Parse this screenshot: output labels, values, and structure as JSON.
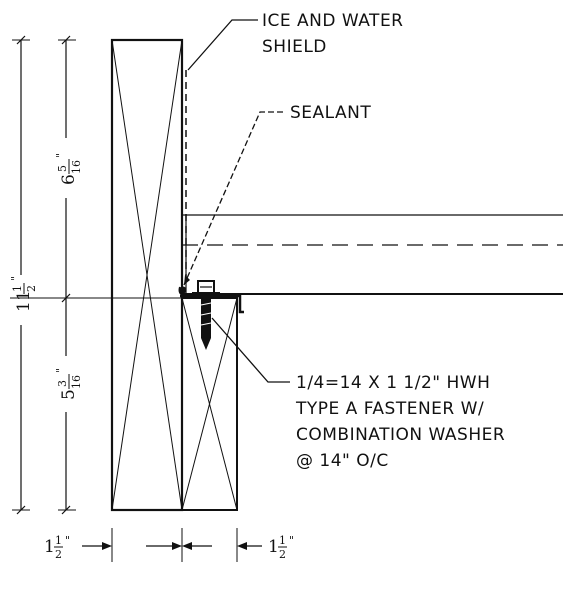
{
  "notes": {
    "ice_water_line1": "ICE AND WATER",
    "ice_water_line2": "SHIELD",
    "sealant": "SEALANT",
    "fastener_line1": "1/4=14 X 1 1/2\" HWH",
    "fastener_line2": "TYPE A FASTENER W/",
    "fastener_line3": "COMBINATION WASHER",
    "fastener_line4": "@ 14\" O/C"
  },
  "dimensions": {
    "overall_height": {
      "whole": "11",
      "num": "1",
      "den": "2",
      "mark": "\""
    },
    "upper_height": {
      "whole": "6",
      "num": "5",
      "den": "16",
      "mark": "\""
    },
    "lower_height": {
      "whole": "5",
      "num": "3",
      "den": "16",
      "mark": "\""
    },
    "left_width": {
      "whole": "1",
      "num": "1",
      "den": "2",
      "mark": "\""
    },
    "right_width": {
      "whole": "1",
      "num": "1",
      "den": "2",
      "mark": "\""
    }
  }
}
